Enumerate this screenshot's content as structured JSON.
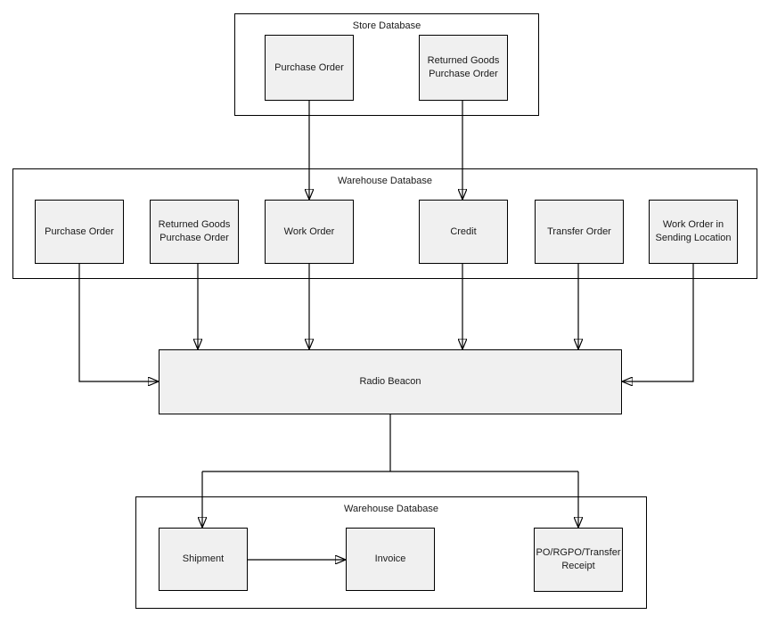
{
  "diagram": {
    "containers": {
      "store": {
        "label": "Store Database"
      },
      "warehouse_mid": {
        "label": "Warehouse Database"
      },
      "warehouse_bottom": {
        "label": "Warehouse Database"
      }
    },
    "nodes": {
      "store_purchase_order": {
        "label": "Purchase Order"
      },
      "store_returned_goods_purchase_order": {
        "label": "Returned Goods Purchase Order"
      },
      "wh_purchase_order": {
        "label": "Purchase Order"
      },
      "wh_returned_goods_purchase_order": {
        "label": "Returned Goods Purchase Order"
      },
      "work_order": {
        "label": "Work Order"
      },
      "credit": {
        "label": "Credit"
      },
      "transfer_order": {
        "label": "Transfer Order"
      },
      "work_order_in_sending_location": {
        "label": "Work Order in Sending Location"
      },
      "radio_beacon": {
        "label": "Radio Beacon"
      },
      "shipment": {
        "label": "Shipment"
      },
      "invoice": {
        "label": "Invoice"
      },
      "po_rgpo_transfer_receipt": {
        "label": "PO/RGPO/Transfer Receipt"
      }
    },
    "edges": [
      {
        "from": "store_purchase_order",
        "to": "work_order"
      },
      {
        "from": "store_returned_goods_purchase_order",
        "to": "credit"
      },
      {
        "from": "wh_purchase_order",
        "to": "radio_beacon"
      },
      {
        "from": "wh_returned_goods_purchase_order",
        "to": "radio_beacon"
      },
      {
        "from": "work_order",
        "to": "radio_beacon"
      },
      {
        "from": "credit",
        "to": "radio_beacon"
      },
      {
        "from": "transfer_order",
        "to": "radio_beacon"
      },
      {
        "from": "work_order_in_sending_location",
        "to": "radio_beacon"
      },
      {
        "from": "radio_beacon",
        "to": "shipment"
      },
      {
        "from": "radio_beacon",
        "to": "po_rgpo_transfer_receipt"
      },
      {
        "from": "shipment",
        "to": "invoice"
      }
    ],
    "colors": {
      "node_fill": "#f0f0f0",
      "border": "#000000",
      "text": "#1a1a1a",
      "background": "#ffffff"
    }
  }
}
